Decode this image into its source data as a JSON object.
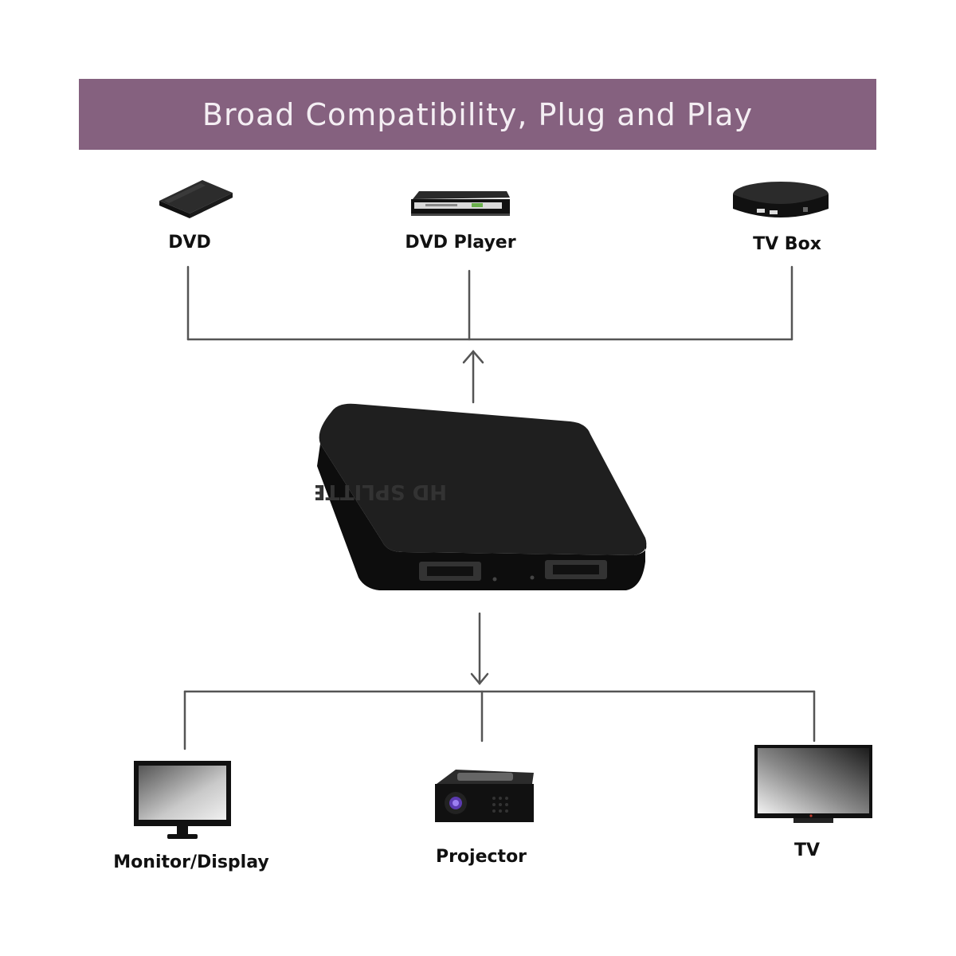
{
  "header": {
    "title": "Broad Compatibility, Plug and Play"
  },
  "sources": [
    {
      "label": "DVD",
      "icon": "dvd-drive-icon"
    },
    {
      "label": "DVD Player",
      "icon": "dvd-player-icon"
    },
    {
      "label": "TV Box",
      "icon": "tv-box-icon"
    }
  ],
  "splitter": {
    "brand_text": "HD SPLITTER",
    "icon": "hdmi-splitter-icon"
  },
  "outputs": [
    {
      "label": "Monitor/Display",
      "icon": "monitor-icon"
    },
    {
      "label": "Projector",
      "icon": "projector-icon"
    },
    {
      "label": "TV",
      "icon": "tv-icon"
    }
  ],
  "colors": {
    "banner": "#85617f",
    "banner_text": "#f4eef3",
    "line": "#555555"
  }
}
